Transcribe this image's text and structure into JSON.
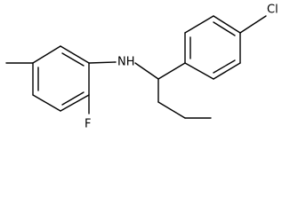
{
  "molecule": {
    "atoms": {
      "nh": "NH",
      "f": "F",
      "cl": "Cl"
    },
    "colors": {
      "bond": "#000000",
      "label": "#000000",
      "background": "#ffffff"
    }
  }
}
